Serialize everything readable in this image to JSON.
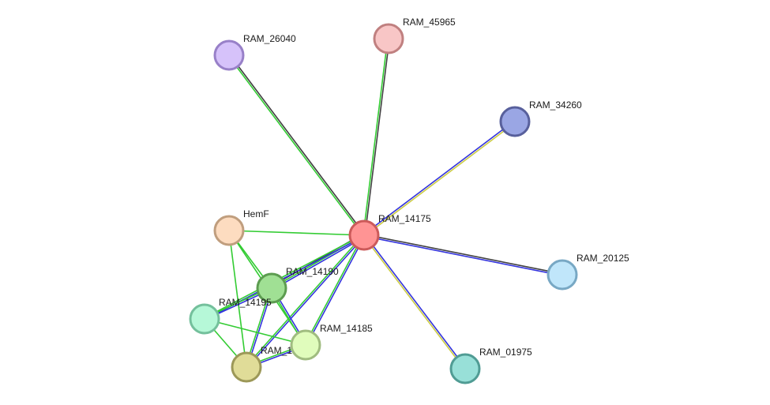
{
  "network": {
    "nodes": [
      {
        "id": "RAM_14175",
        "label": "RAM_14175",
        "fill": "#ff9494",
        "stroke": "#cc5a5a"
      },
      {
        "id": "RAM_45965",
        "label": "RAM_45965",
        "fill": "#f8c6c6",
        "stroke": "#c08080"
      },
      {
        "id": "RAM_26040",
        "label": "RAM_26040",
        "fill": "#d6c2fa",
        "stroke": "#9880c8"
      },
      {
        "id": "RAM_34260",
        "label": "RAM_34260",
        "fill": "#9aa6e4",
        "stroke": "#58609c"
      },
      {
        "id": "RAM_20125",
        "label": "RAM_20125",
        "fill": "#c0e6fa",
        "stroke": "#78a8c4"
      },
      {
        "id": "RAM_01975",
        "label": "RAM_01975",
        "fill": "#98e0d8",
        "stroke": "#509c94"
      },
      {
        "id": "HemF",
        "label": "HemF",
        "fill": "#fddcc0",
        "stroke": "#c09e7e"
      },
      {
        "id": "RAM_14190",
        "label": "RAM_14190",
        "fill": "#a0e094",
        "stroke": "#5c9c50"
      },
      {
        "id": "RAM_14195",
        "label": "RAM_14195",
        "fill": "#b6f8d8",
        "stroke": "#74c09c"
      },
      {
        "id": "RAM_14185",
        "label": "RAM_14185",
        "fill": "#e0fcbc",
        "stroke": "#a0bc80"
      },
      {
        "id": "RAM_1",
        "label": "RAM_1",
        "fill": "#e0dc98",
        "stroke": "#9c9858"
      }
    ],
    "edges": [
      {
        "source": "RAM_14175",
        "target": "RAM_45965",
        "colors": [
          "#33cc33",
          "#404040"
        ]
      },
      {
        "source": "RAM_14175",
        "target": "RAM_26040",
        "colors": [
          "#33cc33",
          "#404040"
        ]
      },
      {
        "source": "RAM_14175",
        "target": "RAM_34260",
        "colors": [
          "#3333dd",
          "#cccc44"
        ]
      },
      {
        "source": "RAM_14175",
        "target": "RAM_20125",
        "colors": [
          "#404040",
          "#3333dd"
        ]
      },
      {
        "source": "RAM_14175",
        "target": "RAM_01975",
        "colors": [
          "#3333dd",
          "#cccc44"
        ]
      },
      {
        "source": "RAM_14175",
        "target": "HemF",
        "colors": [
          "#33cc33"
        ]
      },
      {
        "source": "RAM_14175",
        "target": "RAM_14190",
        "colors": [
          "#3333dd",
          "#33cc33",
          "#404040"
        ]
      },
      {
        "source": "RAM_14175",
        "target": "RAM_14195",
        "colors": [
          "#3333dd",
          "#33cc33"
        ]
      },
      {
        "source": "RAM_14175",
        "target": "RAM_14185",
        "colors": [
          "#3333dd",
          "#33cc33"
        ]
      },
      {
        "source": "RAM_14175",
        "target": "RAM_1",
        "colors": [
          "#3333dd",
          "#33cc33"
        ]
      },
      {
        "source": "HemF",
        "target": "RAM_14190",
        "colors": [
          "#33cc33"
        ]
      },
      {
        "source": "HemF",
        "target": "RAM_14185",
        "colors": [
          "#33cc33"
        ]
      },
      {
        "source": "HemF",
        "target": "RAM_1",
        "colors": [
          "#33cc33"
        ]
      },
      {
        "source": "RAM_14190",
        "target": "RAM_14195",
        "colors": [
          "#3333dd",
          "#33cc33"
        ]
      },
      {
        "source": "RAM_14190",
        "target": "RAM_14185",
        "colors": [
          "#3333dd",
          "#33cc33"
        ]
      },
      {
        "source": "RAM_14190",
        "target": "RAM_1",
        "colors": [
          "#3333dd",
          "#33cc33"
        ]
      },
      {
        "source": "RAM_14195",
        "target": "RAM_14185",
        "colors": [
          "#33cc33"
        ]
      },
      {
        "source": "RAM_14195",
        "target": "RAM_1",
        "colors": [
          "#33cc33"
        ]
      },
      {
        "source": "RAM_14185",
        "target": "RAM_1",
        "colors": [
          "#3333dd",
          "#33cc33"
        ]
      }
    ]
  }
}
